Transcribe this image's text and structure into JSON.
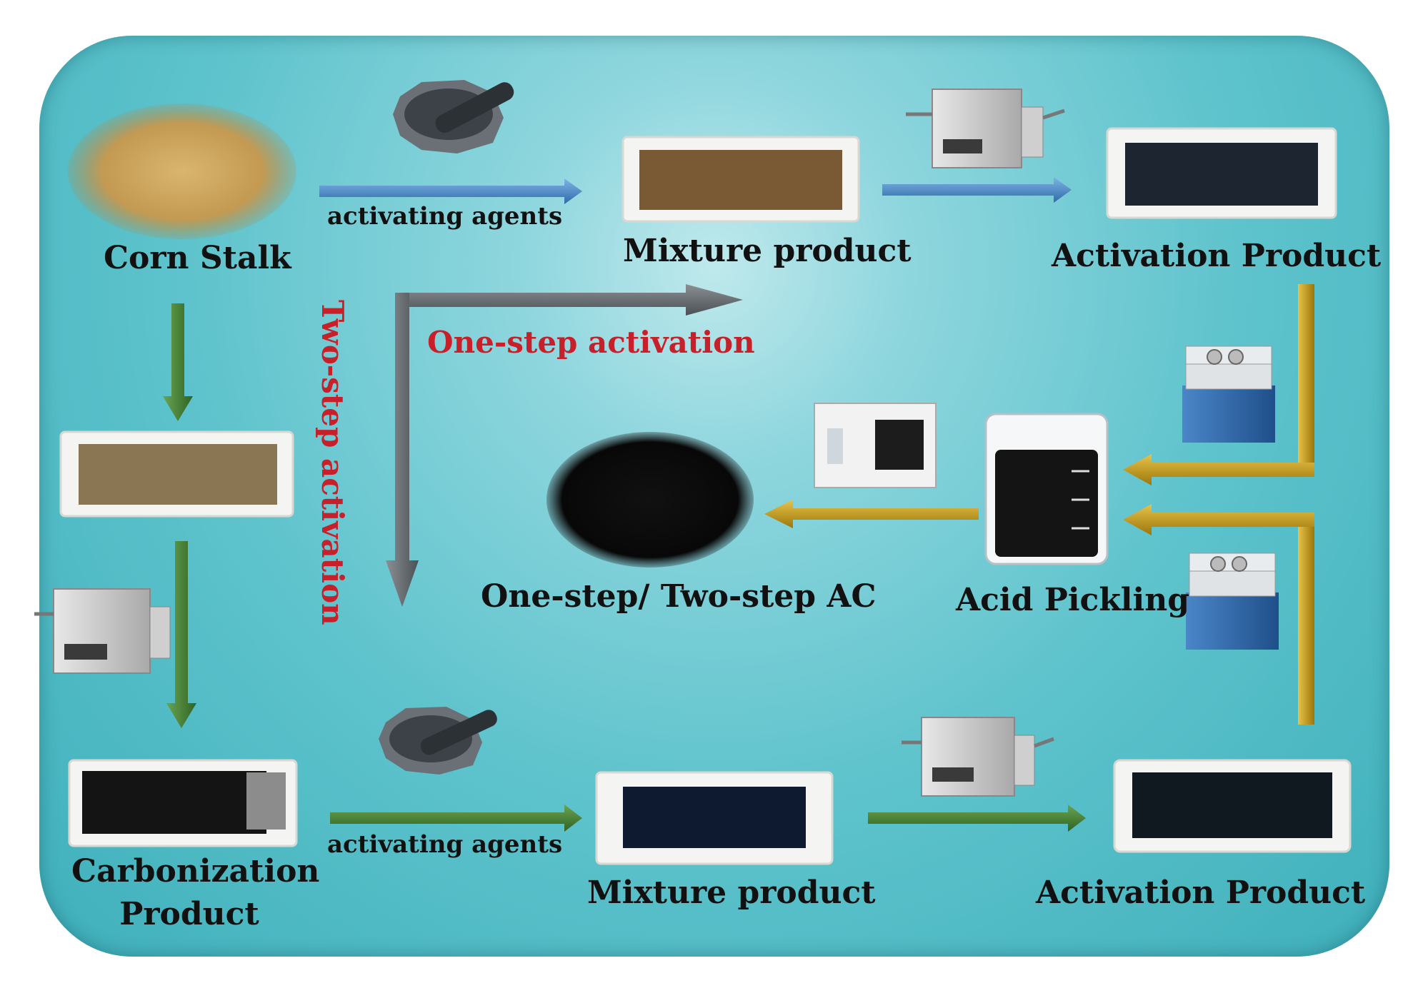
{
  "labels": {
    "corn_stalk": "Corn Stalk",
    "activating_agents_top": "activating agents",
    "mixture_product_top": "Mixture product",
    "activation_product_top": "Activation Product",
    "one_step_activation": "One-step activation",
    "two_step_activation": "Two-step activation",
    "one_two_step_ac": "One-step/ Two-step AC",
    "acid_pickling": "Acid Pickling",
    "carbonization_product_line1": "Carbonization",
    "carbonization_product_line2": "Product",
    "activating_agents_bottom": "activating agents",
    "mixture_product_bottom": "Mixture product",
    "activation_product_bottom": "Activation Product"
  },
  "icons": {
    "mortar": "mortar-pestle-icon",
    "furnace": "tube-furnace-icon",
    "pump": "vacuum-pump-icon",
    "oven": "drying-oven-icon",
    "beaker": "beaker-icon"
  },
  "colors": {
    "blue_arrow": "#3f7fc0",
    "green_arrow": "#3d7a2e",
    "gold_arrow": "#b8900e",
    "gray_arrow": "#5e6468",
    "red_text": "#c8202a",
    "panel": "#5ec3cc"
  }
}
